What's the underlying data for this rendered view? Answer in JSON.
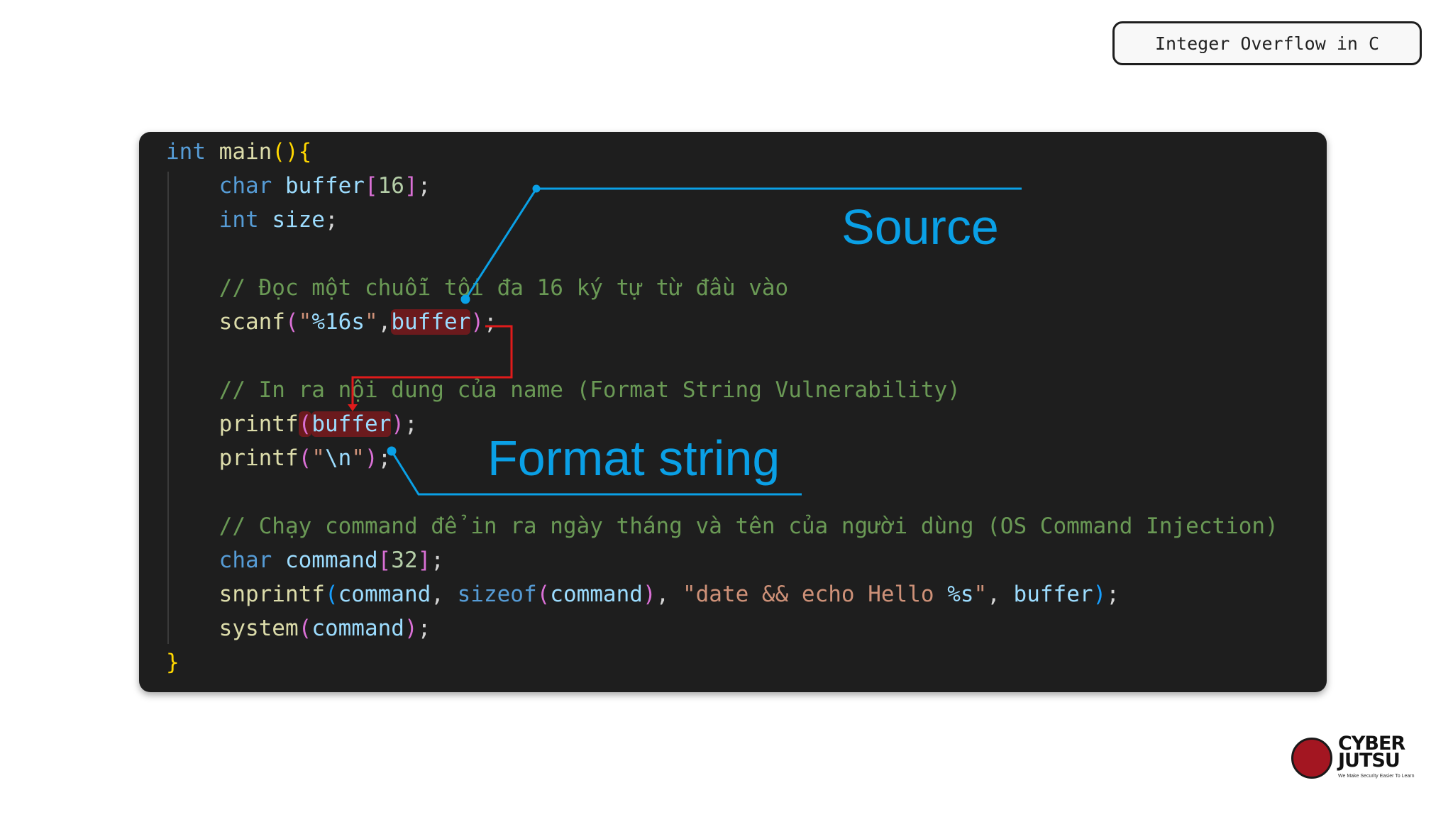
{
  "header": {
    "title": "Integer Overflow in C"
  },
  "code": {
    "lines": [
      [
        {
          "t": "int",
          "c": "kw"
        },
        {
          "t": " main",
          "c": "fn"
        },
        {
          "t": "(){",
          "c": "br1"
        }
      ],
      [
        {
          "t": "    "
        },
        {
          "t": "char",
          "c": "kw"
        },
        {
          "t": " buffer",
          "c": "var"
        },
        {
          "t": "[",
          "c": "br2"
        },
        {
          "t": "16",
          "c": "num"
        },
        {
          "t": "]",
          "c": "br2"
        },
        {
          "t": ";"
        }
      ],
      [
        {
          "t": "    "
        },
        {
          "t": "int",
          "c": "kw"
        },
        {
          "t": " size",
          "c": "var"
        },
        {
          "t": ";"
        }
      ],
      [],
      [
        {
          "t": "    // Đọc một chuỗi tối đa 16 ký tự từ đầu vào",
          "c": "cmt"
        }
      ],
      [
        {
          "t": "    "
        },
        {
          "t": "scanf",
          "c": "fn"
        },
        {
          "t": "(",
          "c": "br2"
        },
        {
          "t": "\"",
          "c": "str"
        },
        {
          "t": "%16s",
          "c": "fmt"
        },
        {
          "t": "\"",
          "c": "str"
        },
        {
          "t": ","
        },
        {
          "t": "buffer",
          "c": "var",
          "hl": true
        },
        {
          "t": ")",
          "c": "br2"
        },
        {
          "t": ";"
        }
      ],
      [],
      [
        {
          "t": "    // In ra nội dung của name (Format String Vulnerability)",
          "c": "cmt"
        }
      ],
      [
        {
          "t": "    "
        },
        {
          "t": "printf",
          "c": "fn"
        },
        {
          "t": "(",
          "c": "br2",
          "hl": true
        },
        {
          "t": "buffer",
          "c": "var",
          "hl": true
        },
        {
          "t": ")",
          "c": "br2"
        },
        {
          "t": ";"
        }
      ],
      [
        {
          "t": "    "
        },
        {
          "t": "printf",
          "c": "fn"
        },
        {
          "t": "(",
          "c": "br2"
        },
        {
          "t": "\"",
          "c": "str"
        },
        {
          "t": "\\n",
          "c": "fmt"
        },
        {
          "t": "\"",
          "c": "str"
        },
        {
          "t": ")",
          "c": "br2"
        },
        {
          "t": ";"
        }
      ],
      [],
      [
        {
          "t": "    // Chạy command để in ra ngày tháng và tên của người dùng (OS Command Injection)",
          "c": "cmt"
        }
      ],
      [
        {
          "t": "    "
        },
        {
          "t": "char",
          "c": "kw"
        },
        {
          "t": " command",
          "c": "var"
        },
        {
          "t": "[",
          "c": "br2"
        },
        {
          "t": "32",
          "c": "num"
        },
        {
          "t": "]",
          "c": "br2"
        },
        {
          "t": ";"
        }
      ],
      [
        {
          "t": "    "
        },
        {
          "t": "snprintf",
          "c": "fn"
        },
        {
          "t": "(",
          "c": "br3"
        },
        {
          "t": "command",
          "c": "var"
        },
        {
          "t": ", "
        },
        {
          "t": "sizeof",
          "c": "kw"
        },
        {
          "t": "(",
          "c": "br2"
        },
        {
          "t": "command",
          "c": "var"
        },
        {
          "t": ")",
          "c": "br2"
        },
        {
          "t": ", "
        },
        {
          "t": "\"date && echo Hello ",
          "c": "str"
        },
        {
          "t": "%s",
          "c": "fmt"
        },
        {
          "t": "\"",
          "c": "str"
        },
        {
          "t": ", "
        },
        {
          "t": "buffer",
          "c": "var"
        },
        {
          "t": ")",
          "c": "br3"
        },
        {
          "t": ";"
        }
      ],
      [
        {
          "t": "    "
        },
        {
          "t": "system",
          "c": "fn"
        },
        {
          "t": "(",
          "c": "br2"
        },
        {
          "t": "command",
          "c": "var"
        },
        {
          "t": ")",
          "c": "br2"
        },
        {
          "t": ";"
        }
      ],
      [
        {
          "t": "}",
          "c": "br1"
        }
      ]
    ]
  },
  "annotations": {
    "source_label": "Source",
    "format_label": "Format string",
    "accent_color": "#0aa0e6",
    "flow_color": "#e01b1b"
  },
  "logo": {
    "line1": "CYBER",
    "line2": "JUTSU",
    "tagline": "We Make Security Easier To Learn"
  }
}
